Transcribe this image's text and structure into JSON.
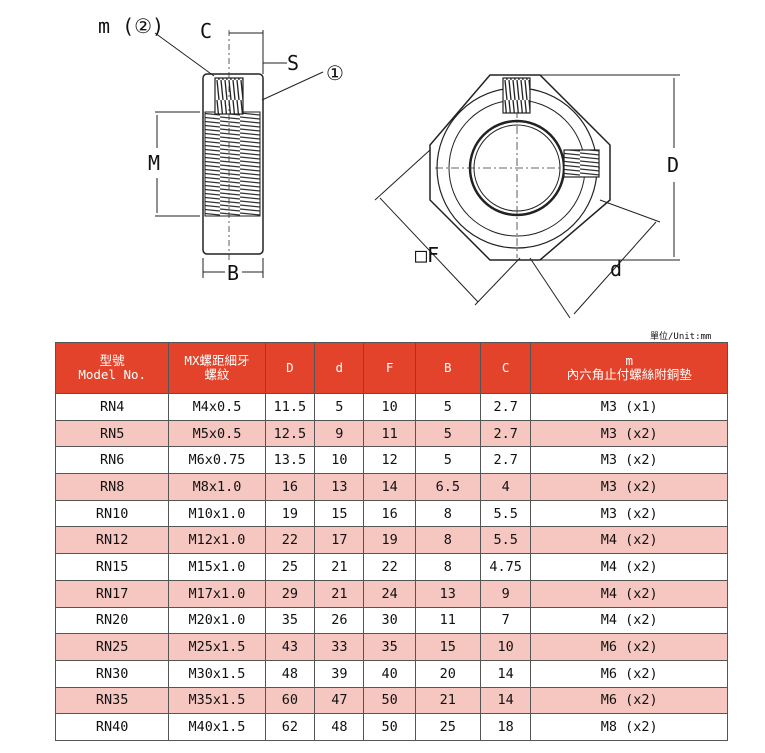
{
  "drawing": {
    "labels": {
      "m2": "m (②)",
      "c": "C",
      "s": "S",
      "one": "①",
      "m": "M",
      "b": "B",
      "d_upper": "D",
      "f": "□F",
      "d_lower": "d"
    }
  },
  "unit_note": "單位/Unit:mm",
  "table": {
    "headers": [
      "型號\nModel No.",
      "MX螺距細牙\n螺紋",
      "D",
      "d",
      "F",
      "B",
      "C",
      "m\n內六角止付螺絲附銅墊"
    ],
    "rows": [
      [
        "RN4",
        "M4x0.5",
        "11.5",
        "5",
        "10",
        "5",
        "2.7",
        "M3 (x1)"
      ],
      [
        "RN5",
        "M5x0.5",
        "12.5",
        "9",
        "11",
        "5",
        "2.7",
        "M3 (x2)"
      ],
      [
        "RN6",
        "M6x0.75",
        "13.5",
        "10",
        "12",
        "5",
        "2.7",
        "M3 (x2)"
      ],
      [
        "RN8",
        "M8x1.0",
        "16",
        "13",
        "14",
        "6.5",
        "4",
        "M3 (x2)"
      ],
      [
        "RN10",
        "M10x1.0",
        "19",
        "15",
        "16",
        "8",
        "5.5",
        "M3 (x2)"
      ],
      [
        "RN12",
        "M12x1.0",
        "22",
        "17",
        "19",
        "8",
        "5.5",
        "M4 (x2)"
      ],
      [
        "RN15",
        "M15x1.0",
        "25",
        "21",
        "22",
        "8",
        "4.75",
        "M4 (x2)"
      ],
      [
        "RN17",
        "M17x1.0",
        "29",
        "21",
        "24",
        "13",
        "9",
        "M4 (x2)"
      ],
      [
        "RN20",
        "M20x1.0",
        "35",
        "26",
        "30",
        "11",
        "7",
        "M4 (x2)"
      ],
      [
        "RN25",
        "M25x1.5",
        "43",
        "33",
        "35",
        "15",
        "10",
        "M6 (x2)"
      ],
      [
        "RN30",
        "M30x1.5",
        "48",
        "39",
        "40",
        "20",
        "14",
        "M6 (x2)"
      ],
      [
        "RN35",
        "M35x1.5",
        "60",
        "47",
        "50",
        "21",
        "14",
        "M6 (x2)"
      ],
      [
        "RN40",
        "M40x1.5",
        "62",
        "48",
        "50",
        "25",
        "18",
        "M8 (x2)"
      ]
    ]
  },
  "colors": {
    "header_bg": "#e2432a",
    "header_text": "#ffffff",
    "stripe": "#f6c7c1"
  }
}
